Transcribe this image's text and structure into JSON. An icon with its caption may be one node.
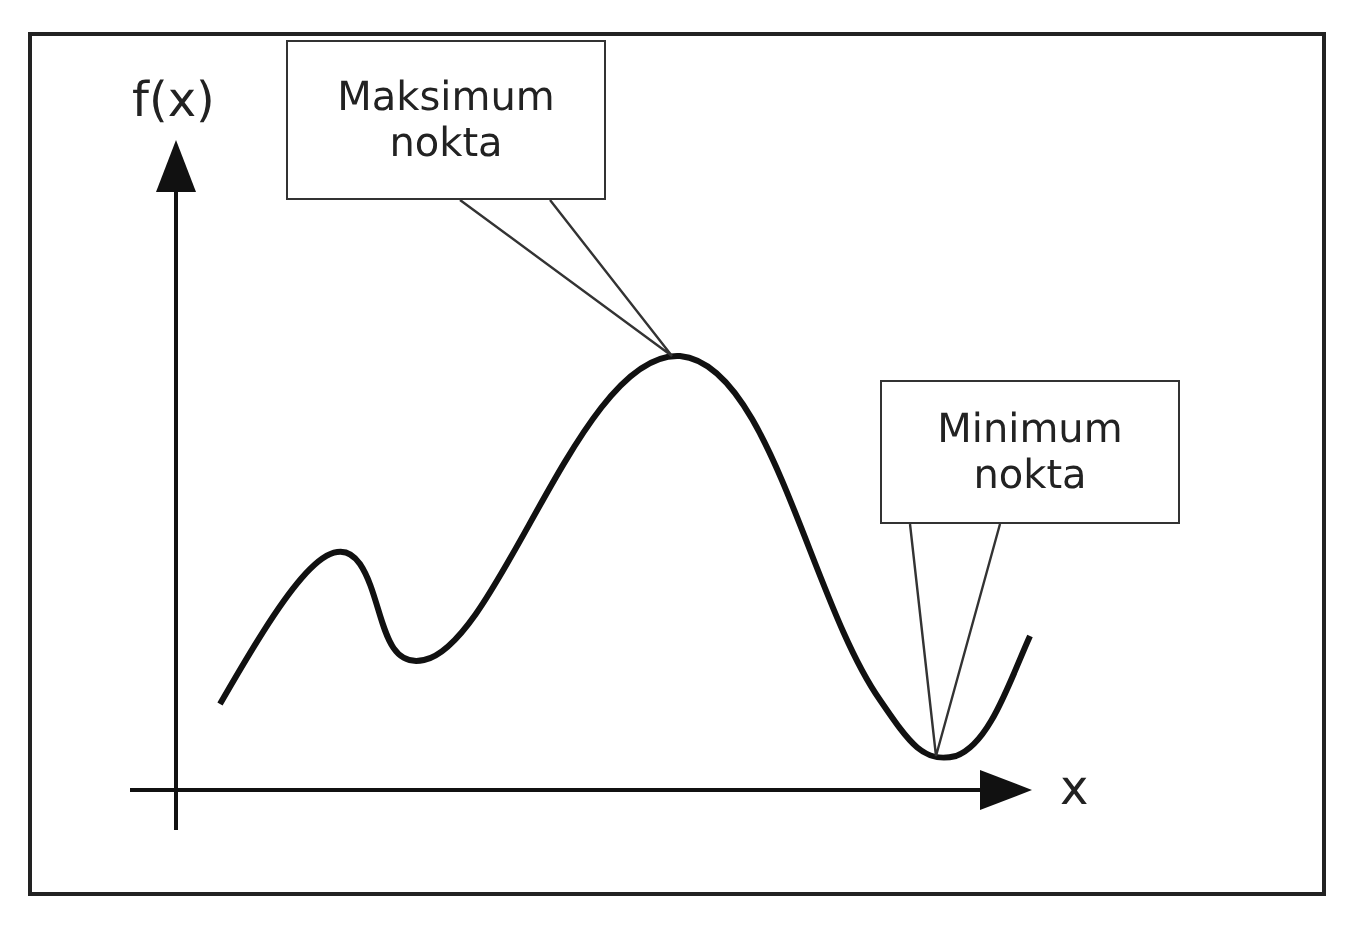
{
  "diagram": {
    "nodes": [
      {
        "text": [
          "Maksimum nokta"
        ]
      },
      {
        "text": [
          "Minimum nokta"
        ]
      }
    ],
    "edges": [
      {
        "from": 0,
        "to": null,
        "arrow": "none"
      },
      {
        "from": 1,
        "to": null,
        "arrow": "none"
      }
    ],
    "labels": [
      "f(x)",
      "x"
    ]
  }
}
